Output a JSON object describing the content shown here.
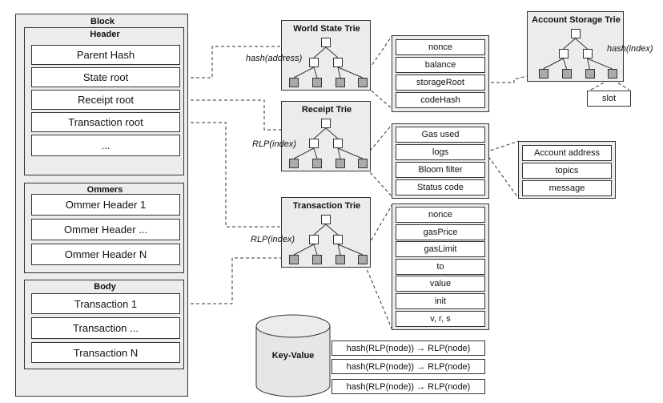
{
  "block": {
    "title": "Block",
    "header": {
      "title": "Header",
      "fields": [
        "Parent Hash",
        "State root",
        "Receipt root",
        "Transaction root",
        "..."
      ]
    },
    "ommers": {
      "title": "Ommers",
      "items": [
        "Ommer Header 1",
        "Ommer Header ...",
        "Ommer Header N"
      ]
    },
    "body": {
      "title": "Body",
      "items": [
        "Transaction 1",
        "Transaction ...",
        "Transaction N"
      ]
    }
  },
  "world_state_trie": {
    "title": "World State Trie",
    "edge_label": "hash(address)"
  },
  "receipt_trie": {
    "title": "Receipt Trie",
    "edge_label": "RLP(index)"
  },
  "transaction_trie": {
    "title": "Transaction Trie",
    "edge_label": "RLP(index)"
  },
  "account_storage_trie": {
    "title": "Account Storage Trie",
    "edge_label": "hash(index)",
    "leaf_label": "slot"
  },
  "account_fields": [
    "nonce",
    "balance",
    "storageRoot",
    "codeHash"
  ],
  "receipt_fields": [
    "Gas used",
    "logs",
    "Bloom filter",
    "Status code"
  ],
  "log_fields": [
    "Account address",
    "topics",
    "message"
  ],
  "transaction_fields": [
    "nonce",
    "gasPrice",
    "gasLimit",
    "to",
    "value",
    "init",
    "v, r, s"
  ],
  "key_value": {
    "label": "Key-Value",
    "entries": [
      "hash(RLP(node)) → RLP(node)",
      "hash(RLP(node)) → RLP(node)",
      "hash(RLP(node)) → RLP(node)"
    ]
  }
}
